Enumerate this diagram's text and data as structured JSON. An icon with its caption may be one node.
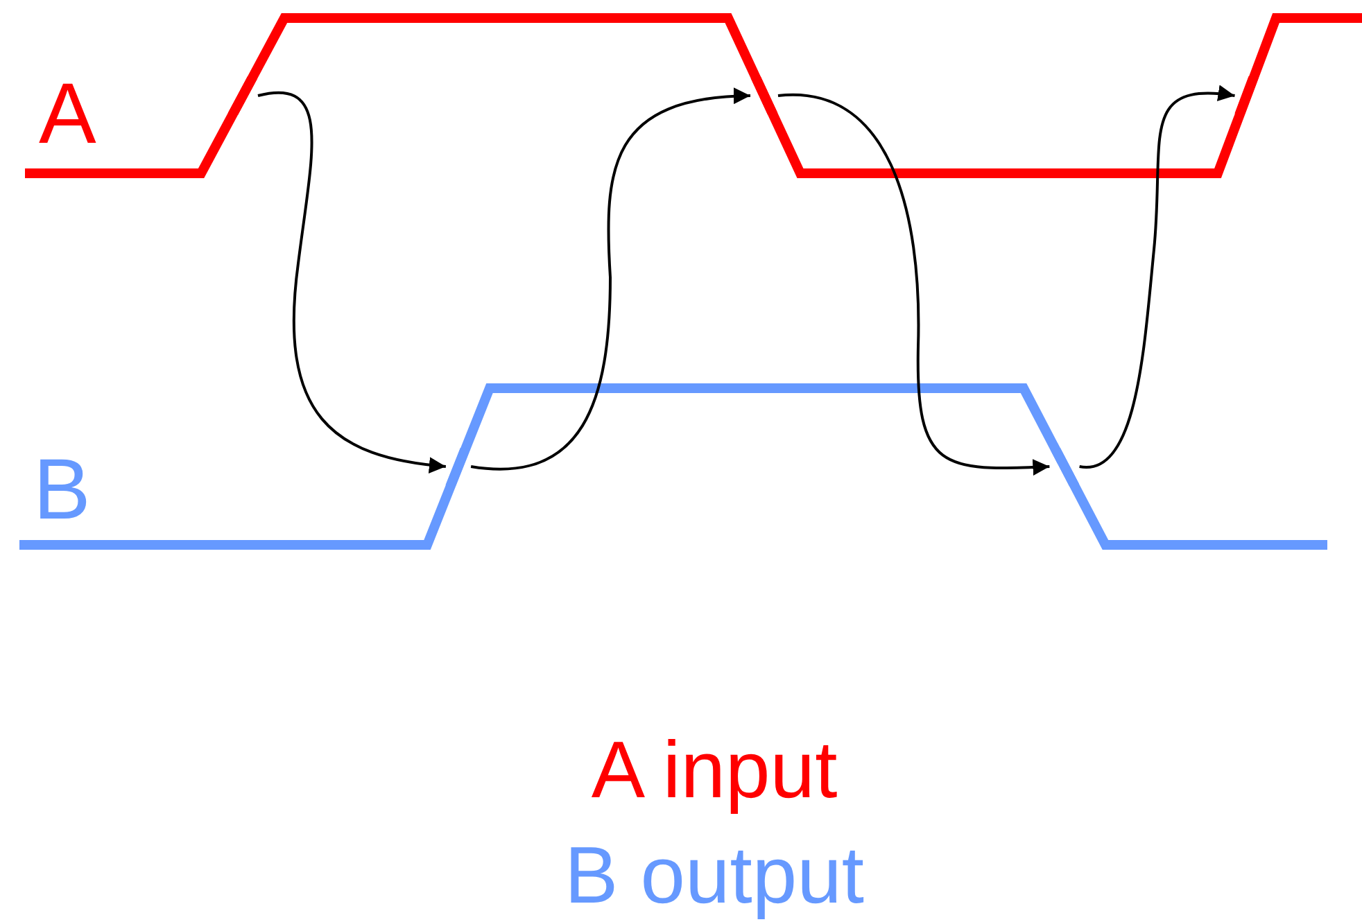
{
  "diagram": {
    "nodes": [
      {
        "text": [],
        "shape": "bar"
      },
      {
        "text": [],
        "shape": "bar"
      },
      {
        "text": [],
        "shape": "bar"
      },
      {
        "text": [],
        "shape": "bar"
      },
      {
        "text": [],
        "shape": "bar"
      }
    ],
    "edges": [
      {
        "from": 0,
        "to": 1,
        "arrow": "to"
      },
      {
        "from": 1,
        "to": 2,
        "arrow": "to"
      },
      {
        "from": 2,
        "to": 3,
        "arrow": "to"
      },
      {
        "from": 3,
        "to": 4,
        "arrow": "to"
      }
    ],
    "labels": [
      "A",
      "B"
    ],
    "legend": [
      {
        "text": "A input",
        "color": "#ff0000"
      },
      {
        "text": "B output",
        "color": "#6699ff"
      }
    ]
  }
}
